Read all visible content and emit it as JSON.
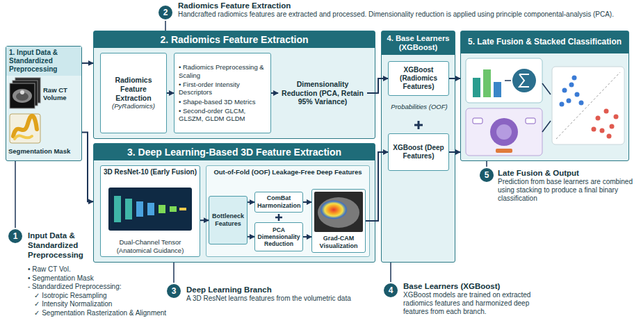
{
  "diagram": {
    "nodes": [
      {
        "text": [
          "1. Input Data & Standardized Preprocessing"
        ]
      },
      {
        "text": [
          "2. Radiomics Feature Extraction"
        ]
      },
      {
        "text": [
          "Radiomics Feature Extraction",
          "(PyRadiomics)"
        ],
        "in": 1
      },
      {
        "text": [
          "• Radiomics Preprocessing & Scaling",
          "• First-order Intensity Descriptors",
          "• Shape-based 3D Metrics",
          "• Second-order GLCM, GLSZM, GLDM GLDM"
        ],
        "in": 1
      },
      {
        "text": [
          "Dimensionality Reduction (PCA, Retain 95% Variance)"
        ],
        "in": 1
      },
      {
        "text": [
          "3. Deep Learning-Based 3D Feature Extraction"
        ]
      },
      {
        "text": [
          "3D ResNet-10 (Early Fusion)",
          "Dual-Channel Tensor (Anatomical Guidance)"
        ],
        "in": 5
      },
      {
        "text": [
          "Out-of-Fold (OOF) Leakage-Free Deep Features"
        ],
        "in": 5
      },
      {
        "text": [
          "Bottleneck Features"
        ],
        "in": 7
      },
      {
        "text": [
          "ComBat Harmonization"
        ],
        "in": 7
      },
      {
        "text": [
          "PCA Dimensionality Reduction"
        ],
        "in": 7
      },
      {
        "text": [
          "Grad-CAM Visualization"
        ],
        "in": 7
      },
      {
        "text": [
          "4. Base Learners (XGBoost)"
        ]
      },
      {
        "text": [
          "XGBoost (Radiomics Features)"
        ],
        "in": 12
      },
      {
        "text": [
          "XGBoost (Deep Features)"
        ],
        "in": 12
      },
      {
        "text": [
          "5. Late Fusion & Stacked Classification"
        ]
      }
    ],
    "edges": [
      {
        "from": 0,
        "to": 1,
        "arrow": "to"
      },
      {
        "from": 0,
        "to": 5,
        "arrow": "to"
      },
      {
        "from": 2,
        "to": 3,
        "arrow": "to"
      },
      {
        "from": 3,
        "to": 4,
        "arrow": "to"
      },
      {
        "from": 4,
        "to": 13,
        "arrow": "to"
      },
      {
        "from": 6,
        "to": 8,
        "arrow": "to"
      },
      {
        "from": 8,
        "to": 9,
        "arrow": "to"
      },
      {
        "from": 8,
        "to": 10,
        "arrow": "to"
      },
      {
        "from": 9,
        "to": 11,
        "arrow": "to"
      },
      {
        "from": 10,
        "to": 11,
        "arrow": "to"
      },
      {
        "from": 11,
        "to": 14,
        "arrow": "to"
      },
      {
        "from": 13,
        "to": 15,
        "arrow": "to"
      },
      {
        "from": 14,
        "to": 15,
        "arrow": "to"
      }
    ],
    "labels": [
      "2",
      "Radiomics Feature Extraction",
      "Handcrafted radiomics features are extracted and processed. Dimensionality reduction is applied using principle componental-analysis (PCA).",
      "Raw CT Volume",
      "Segmentation Mask",
      "Probabilities (OOF)",
      "1",
      "Input Data & Standardized Preprocessing",
      "• Raw CT Vol.",
      "• Segmentation Mask",
      "- Standardized Preprocessing:",
      "✓ Isotropic Resampling",
      "✓ Intensity Normalization",
      "✓ Segmentation Rasterization & Alignment",
      "3",
      "Deep Learning Branch",
      "A 3D ResNet learns features from the volumetric data",
      "4",
      "Base Learners (XGBoost)",
      "XGBoost models are trained on extracted radiomics features and harmonized deep features from each branch.",
      "5",
      "Late Fusion & Output",
      "Prediction from base learners are combined using stacking to produce a final binary classification"
    ]
  }
}
